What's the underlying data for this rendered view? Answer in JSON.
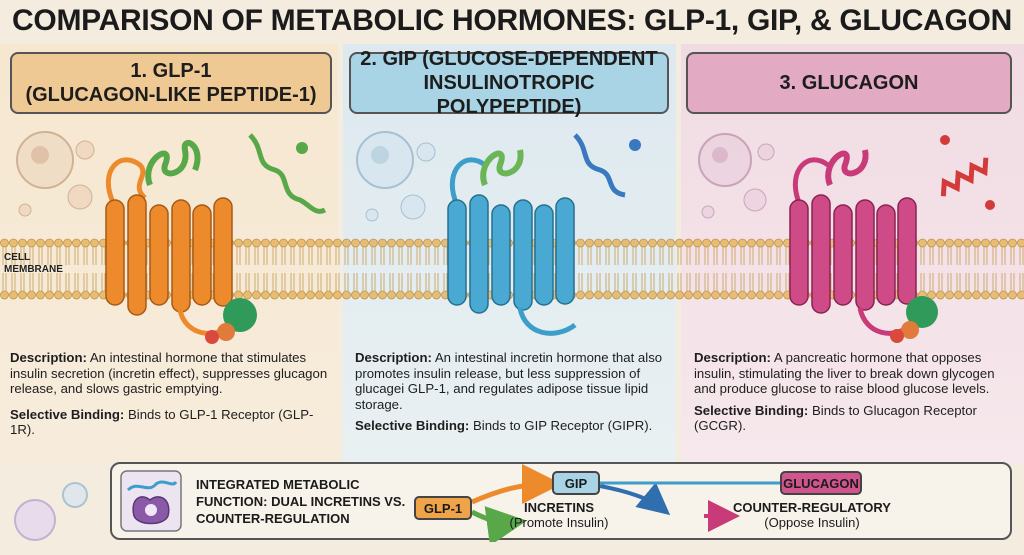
{
  "title": "COMPARISON OF METABOLIC HORMONES: GLP-1, GIP, & GLUCAGON",
  "membrane_label_line1": "CELL",
  "membrane_label_line2": "MEMBRANE",
  "columns": [
    {
      "header_line1": "1. GLP-1",
      "header_line2": "(GLUCAGON-LIKE PEPTIDE-1)",
      "desc_label": "Description:",
      "desc_text": " An intestinal hormone that stimulates insulin secretion (incretin effect), suppresses glucagon release, and slows gastric emptying.",
      "binding_label": "Selective Binding:",
      "binding_text": " Binds to GLP-1 Receptor (GLP-1R).",
      "color": "#ec8a2c"
    },
    {
      "header_line1": "2. GIP (GLUCOSE-DEPENDENT",
      "header_line2": "INSULINOTROPIC POLYPEPTIDE)",
      "desc_label": "Description:",
      "desc_text": " An intestinal incretin hormone that also promotes insulin release, but less suppression of glucagei GLP-1, and regulates adipose tissue lipid storage.",
      "binding_label": "Selective Binding:",
      "binding_text": " Binds to GIP Receptor (GIPR).",
      "color": "#3d9ec9"
    },
    {
      "header_line1": "3. GLUCAGON",
      "header_line2": "",
      "desc_label": "Description:",
      "desc_text": " A pancreatic hormone that opposes insulin, stimulating the liver to break down glycogen and produce glucose to raise blood glucose levels.",
      "binding_label": "Selective Binding:",
      "binding_text": " Binds to Glucagon Receptor (GCGR).",
      "color": "#c83a78"
    }
  ],
  "bottom": {
    "title": "INTEGRATED METABOLIC FUNCTION: DUAL INCRETINS VS. COUNTER-REGULATION",
    "glp1": "GLP-1",
    "gip": "GIP",
    "glucagon": "GLUCAGON",
    "incretins": "INCRETINS",
    "incretins_sub": "(Promote Insulin)",
    "counter": "COUNTER-REGULATORY",
    "counter_sub": "(Oppose Insulin)"
  }
}
